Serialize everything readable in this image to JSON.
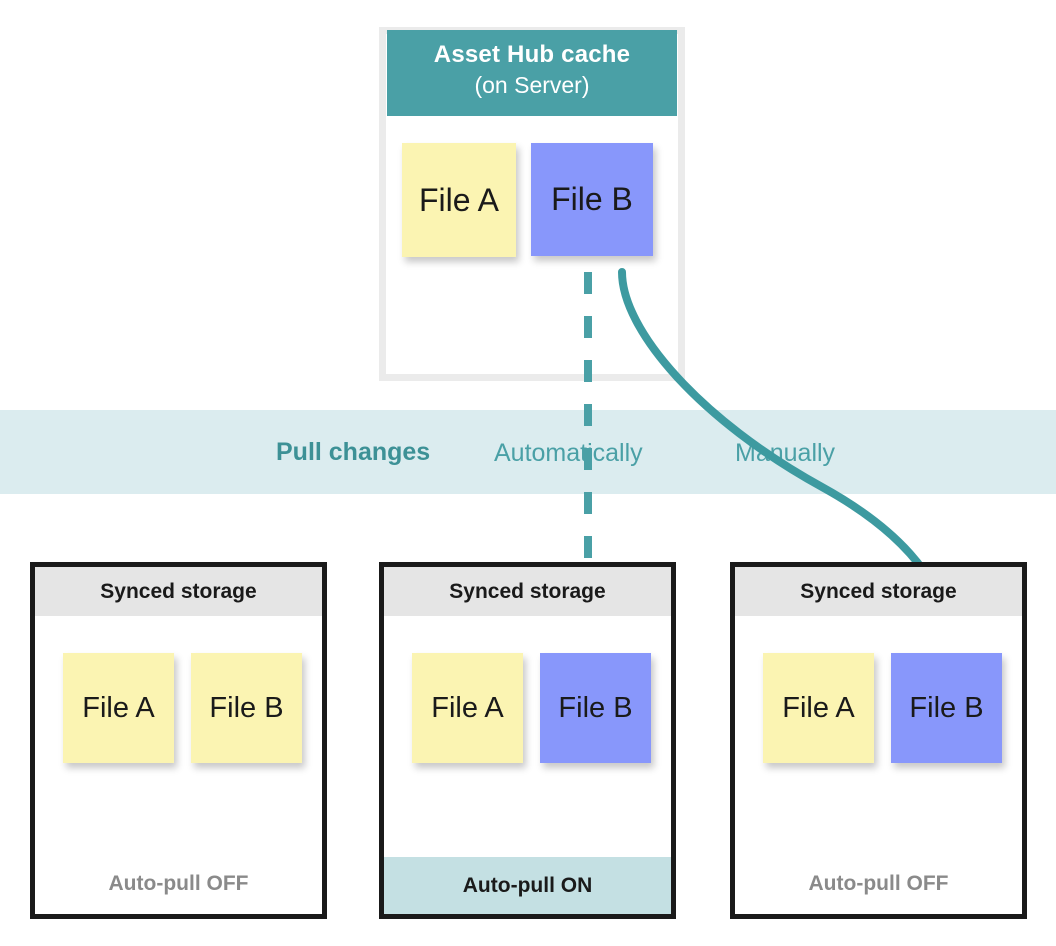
{
  "cache_panel": {
    "title_line1": "Asset Hub cache",
    "title_line2": "(on Server)",
    "header_color": "#4aa0a6",
    "notes": [
      {
        "label": "File A",
        "color": "#fbf4b2",
        "variant": "yellow"
      },
      {
        "label": "File B",
        "color": "#8897fb",
        "variant": "blue"
      }
    ]
  },
  "pull_band": {
    "band_color": "#dbecef",
    "label": "Pull changes",
    "mode_automatic": "Automatically",
    "mode_manual": "Manually",
    "accent_color": "#4aa0a6"
  },
  "arrows": [
    {
      "name": "automatic-pull-arrow",
      "style": "dashed",
      "from": "cache File B",
      "to": "middle panel File B",
      "color": "#4aa0a6"
    },
    {
      "name": "manual-pull-arrow",
      "style": "solid-curved",
      "from": "cache File B",
      "to": "right panel File B",
      "color": "#3d9aa0"
    }
  ],
  "storage_panels": [
    {
      "title": "Synced storage",
      "status": "Auto-pull OFF",
      "status_state": "off",
      "notes": [
        {
          "label": "File A",
          "color": "#fbf4b2",
          "variant": "yellow"
        },
        {
          "label": "File B",
          "color": "#fbf4b2",
          "variant": "yellow"
        }
      ]
    },
    {
      "title": "Synced storage",
      "status": "Auto-pull ON",
      "status_state": "on",
      "notes": [
        {
          "label": "File A",
          "color": "#fbf4b2",
          "variant": "yellow"
        },
        {
          "label": "File B",
          "color": "#8897fb",
          "variant": "blue"
        }
      ]
    },
    {
      "title": "Synced storage",
      "status": "Auto-pull OFF",
      "status_state": "off",
      "notes": [
        {
          "label": "File A",
          "color": "#fbf4b2",
          "variant": "yellow"
        },
        {
          "label": "File B",
          "color": "#8897fb",
          "variant": "blue"
        }
      ]
    }
  ]
}
